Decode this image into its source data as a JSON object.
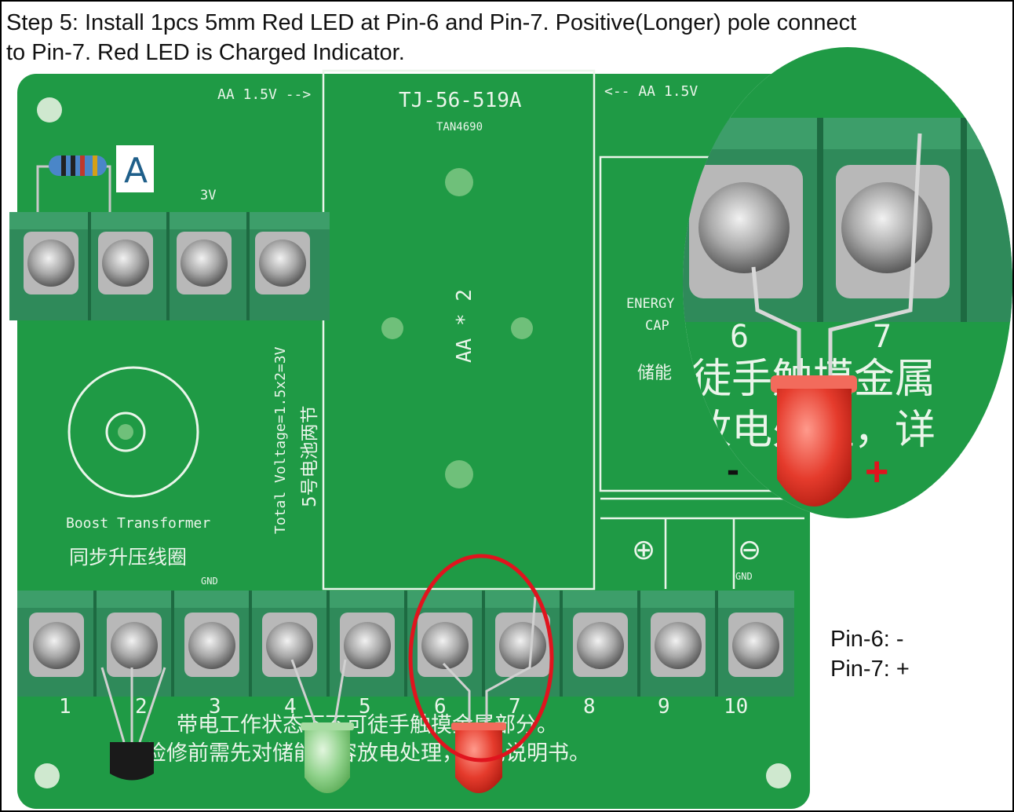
{
  "caption": {
    "line1": "Step 5: Install 1pcs 5mm Red LED at Pin-6 and Pin-7. Positive(Longer) pole connect",
    "line2": "to Pin-7. Red LED is Charged Indicator."
  },
  "board": {
    "model": "TJ-56-519A",
    "batch": "TAN4690",
    "battery_left": "AA 1.5V -->",
    "battery_right": "<-- AA 1.5V",
    "battery_count": "AA * 2",
    "total_voltage": "Total Voltage=1.5x2=3V",
    "battery_cn": "5号电池两节",
    "label_3v": "3V",
    "label_a": "A",
    "boost_en": "Boost Transformer",
    "boost_cn": "同步升压线圈",
    "gnd_left": "GND",
    "gnd_right": "GND",
    "energy": "ENERGY",
    "cap": "CAP",
    "store_cn": "储能",
    "plus_symbol": "⊕",
    "minus_symbol": "⊖",
    "warning1": "带电工作状态下不可徒手触摸金属部分。",
    "warning2": "检修前需先对储能电容放电处理，详见说明书。",
    "pins": [
      "1",
      "2",
      "3",
      "4",
      "5",
      "6",
      "7",
      "8",
      "9",
      "10"
    ]
  },
  "zoom": {
    "pin6": "6",
    "pin7": "7",
    "text1": "徒手触摸金属",
    "text2": "放电处理，详",
    "minus": "-",
    "plus": "+"
  },
  "notes": {
    "pin6": "Pin-6: -",
    "pin7": "Pin-7: +"
  },
  "colors": {
    "pcb": "#1f9a45",
    "terminal": "#2f8a5a",
    "led_red": "#e53b2c",
    "led_green": "#8fd18a",
    "highlight": "#e0141e"
  }
}
